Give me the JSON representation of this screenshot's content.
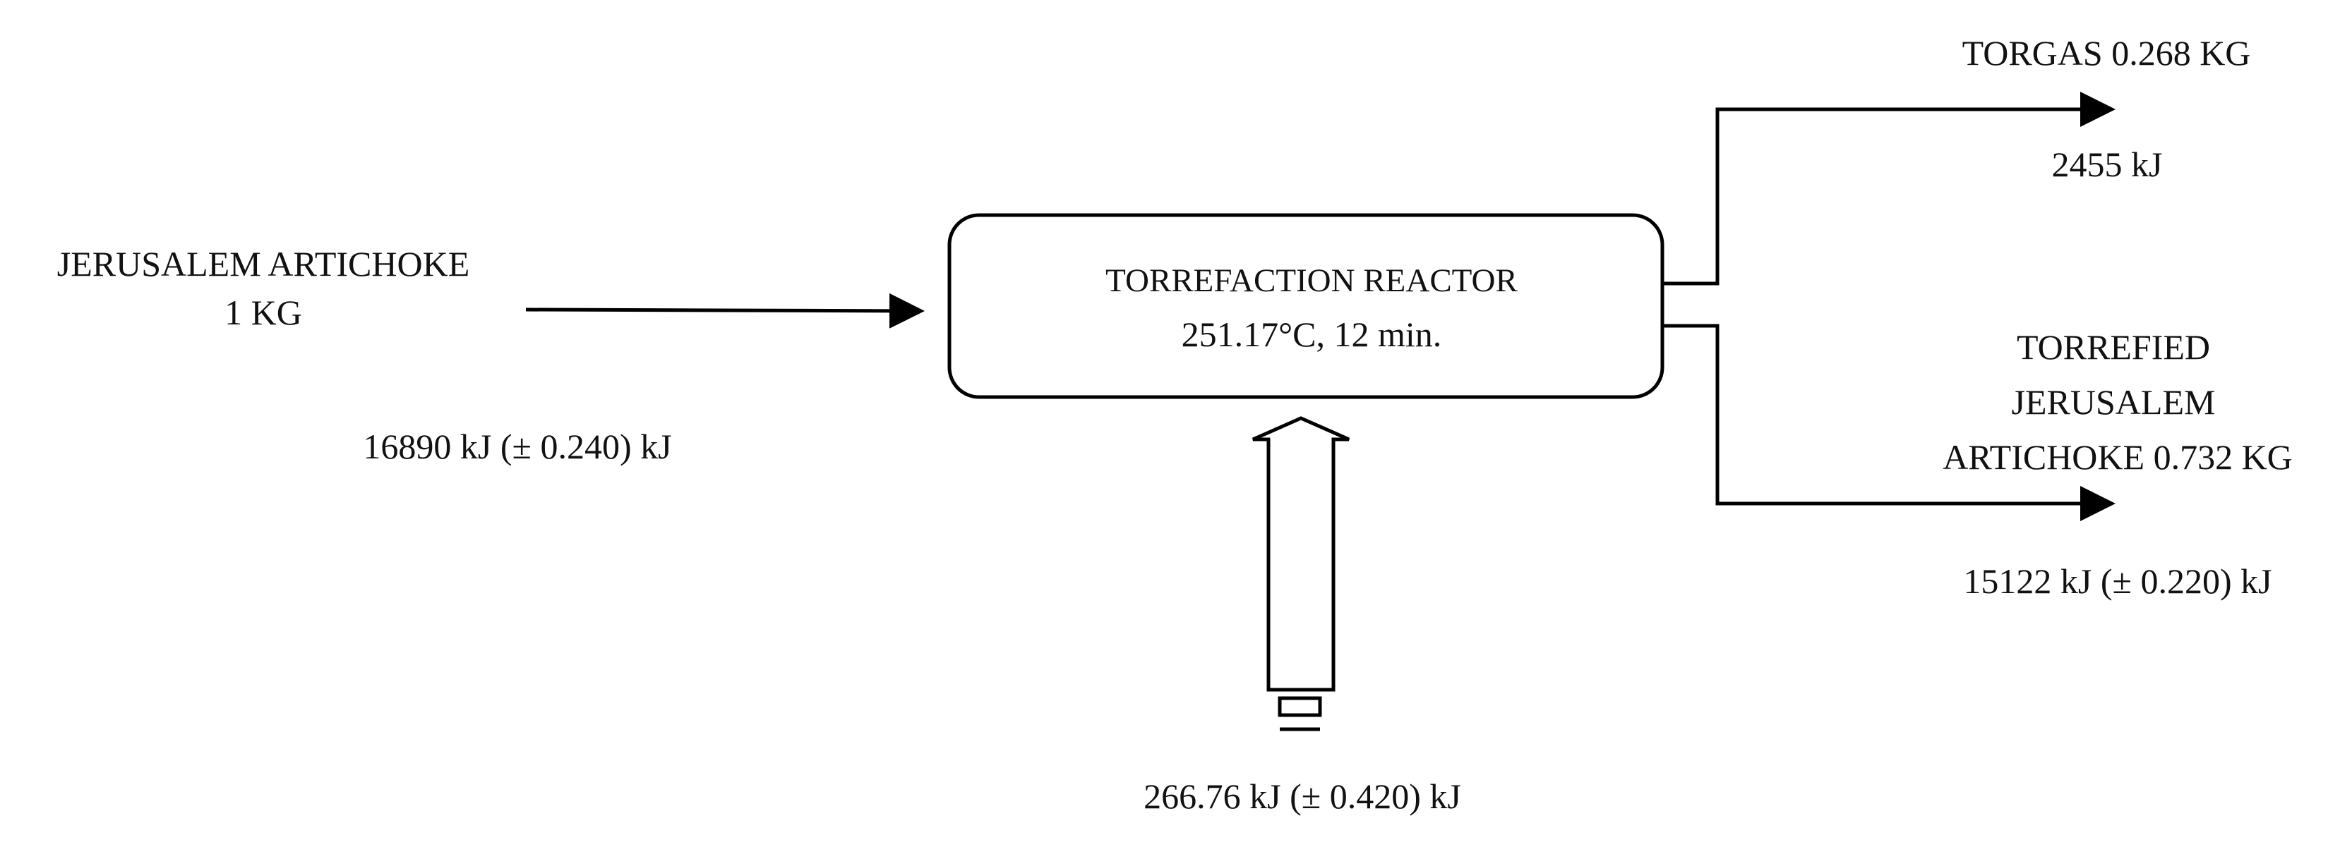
{
  "input": {
    "name": "JERUSALEM ARTICHOKE",
    "mass": "1 KG",
    "energy": "16890 kJ (± 0.240) kJ"
  },
  "reactor": {
    "title": "TORREFACTION REACTOR",
    "conditions": "251.17°C, 12 min."
  },
  "heat_input": {
    "energy": "266.76 kJ (± 0.420) kJ"
  },
  "outputs": {
    "torgas": {
      "label": "TORGAS 0.268 KG",
      "energy": "2455 kJ"
    },
    "torrefied": {
      "line1": "TORREFIED",
      "line2": "JERUSALEM",
      "line3": "ARTICHOKE 0.732 KG",
      "energy": "15122 kJ (± 0.220) kJ"
    }
  }
}
